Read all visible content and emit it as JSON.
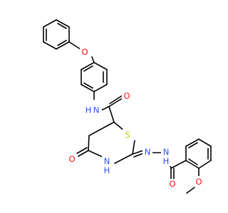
{
  "atoms": {
    "O_ether": {
      "label": "O",
      "color": "#ff0d0d"
    },
    "N_amide": {
      "label": "N",
      "color": "#3050f8"
    },
    "H_amide": {
      "label": "H",
      "color": "#3050f8"
    },
    "O_amide": {
      "label": "O",
      "color": "#ff0d0d"
    },
    "S_ring": {
      "label": "S",
      "color": "#c8c800"
    },
    "N_hydrazone1": {
      "label": "N",
      "color": "#3050f8"
    },
    "N_hydrazone2": {
      "label": "N",
      "color": "#3050f8"
    },
    "H_hydrazone": {
      "label": "H",
      "color": "#3050f8"
    },
    "O_ring": {
      "label": "O",
      "color": "#ff0d0d"
    },
    "N_ring": {
      "label": "N",
      "color": "#3050f8"
    },
    "H_ring": {
      "label": "H",
      "color": "#3050f8"
    },
    "O_benzoyl": {
      "label": "O",
      "color": "#ff0d0d"
    },
    "O_methoxy": {
      "label": "O",
      "color": "#ff0d0d"
    }
  }
}
